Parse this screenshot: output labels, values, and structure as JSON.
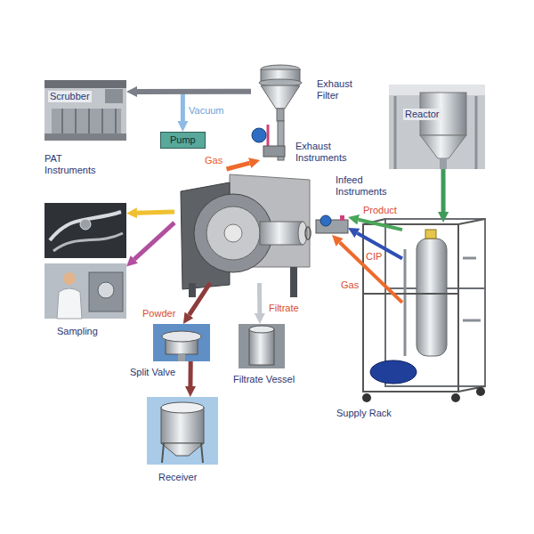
{
  "diagram": {
    "nodes": [
      {
        "text": [
          "Scrubber"
        ]
      },
      {
        "text": [
          "Pump"
        ]
      },
      {
        "text": [
          "Exhaust Filter"
        ]
      },
      {
        "text": [
          "Exhaust Instruments"
        ]
      },
      {
        "text": [
          "Reactor"
        ]
      },
      {
        "text": []
      },
      {
        "text": [
          "Infeed Instruments"
        ]
      },
      {
        "text": [
          "Sampling"
        ]
      },
      {
        "text": [
          "Split Valve"
        ]
      },
      {
        "text": [
          "Filtrate Vessel"
        ]
      },
      {
        "text": [
          "Supply Rack"
        ]
      },
      {
        "text": [
          "Receiver"
        ]
      }
    ],
    "edges": [
      {
        "from": 2,
        "to": 0,
        "arrow": "to"
      },
      {
        "from": 2,
        "to": 1,
        "label": "Vacuum",
        "arrow": "to"
      },
      {
        "from": 5,
        "to": 3,
        "label": "Gas",
        "arrow": "to"
      },
      {
        "from": 4,
        "to": 10,
        "arrow": "to"
      },
      {
        "from": 10,
        "to": 6,
        "label": "Product",
        "arrow": "to"
      },
      {
        "from": 10,
        "to": 6,
        "label": "CIP",
        "arrow": "to"
      },
      {
        "from": 10,
        "to": 6,
        "label": "Gas",
        "arrow": "to"
      },
      {
        "from": 5,
        "to": 7,
        "arrow": "to"
      },
      {
        "from": 5,
        "to": 7,
        "arrow": "to"
      },
      {
        "from": 5,
        "to": 8,
        "label": "Powder",
        "arrow": "to"
      },
      {
        "from": 5,
        "to": 9,
        "label": "Filtrate",
        "arrow": "to"
      },
      {
        "from": 8,
        "to": 11,
        "arrow": "to"
      }
    ],
    "labels": [
      "PAT Instruments"
    ]
  }
}
